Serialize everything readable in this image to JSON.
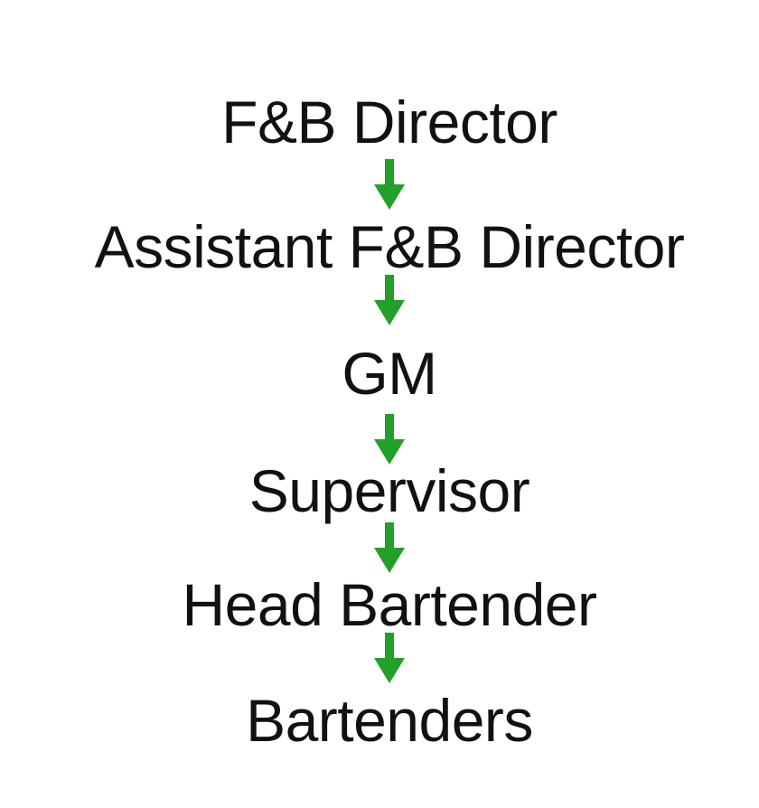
{
  "hierarchy": {
    "levels": [
      {
        "label": "F&B Director"
      },
      {
        "label": "Assistant F&B Director"
      },
      {
        "label": "GM"
      },
      {
        "label": "Supervisor"
      },
      {
        "label": "Head Bartender"
      },
      {
        "label": "Bartenders"
      }
    ]
  },
  "colors": {
    "text": "#111111",
    "arrow": "#22a02a",
    "background": "#ffffff"
  },
  "icons": {
    "connector": "arrow-down-icon"
  }
}
